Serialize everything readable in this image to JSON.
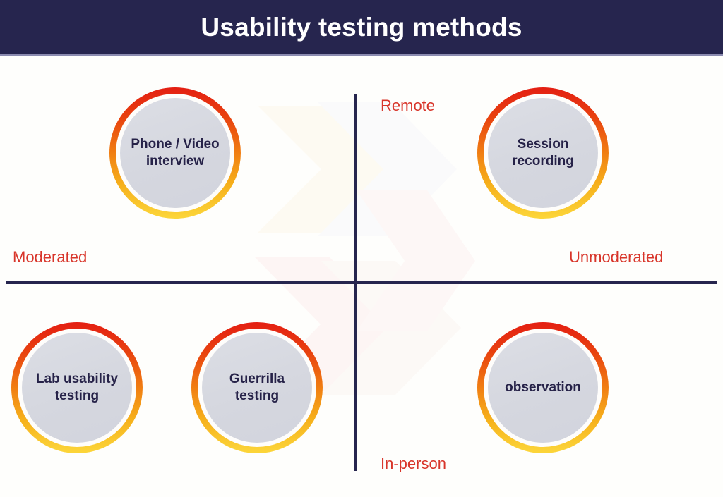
{
  "header": {
    "title": "Usability testing methods",
    "background_color": "#26254e",
    "text_color": "#ffffff"
  },
  "colors": {
    "page_background": "#fefefc",
    "axis": "#26254e",
    "axis_label": "#d8352a",
    "node_ring_top": "#e41f13",
    "node_ring_mid": "#f07a12",
    "node_ring_bottom": "#fcd63a",
    "node_disk": "#d6d8e0",
    "node_text": "#262248"
  },
  "axes": {
    "top_label": "Remote",
    "bottom_label": "In-person",
    "left_label": "Moderated",
    "right_label": "Unmoderated"
  },
  "nodes": [
    {
      "id": "phone-video-interview",
      "label": "Phone / Video\ninterview",
      "quadrant": "moderated-remote"
    },
    {
      "id": "session-recording",
      "label": "Session\nrecording",
      "quadrant": "unmoderated-remote"
    },
    {
      "id": "lab-usability-testing",
      "label": "Lab usability\ntesting",
      "quadrant": "moderated-in-person"
    },
    {
      "id": "guerrilla-testing",
      "label": "Guerrilla\ntesting",
      "quadrant": "moderated-in-person"
    },
    {
      "id": "observation",
      "label": "observation",
      "quadrant": "unmoderated-in-person"
    }
  ]
}
